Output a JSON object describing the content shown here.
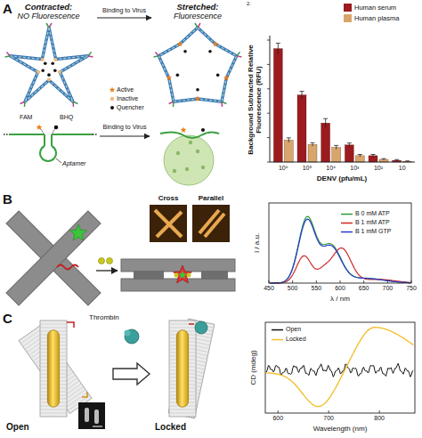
{
  "diagram": {
    "nodes": [
      {
        "text": [
          "Contracted:",
          "NO Fluorescence"
        ]
      },
      {
        "text": [
          "Stretched:",
          "Fluorescence"
        ]
      },
      {
        "text": [
          "Open"
        ]
      },
      {
        "text": [
          "Locked"
        ]
      }
    ],
    "edges": [
      {
        "from": 0,
        "to": 1,
        "arrow": "to",
        "label": "Binding to Virus"
      },
      {
        "from": 2,
        "to": 3,
        "arrow": "to"
      }
    ],
    "labels": [
      "A",
      "Active",
      "Inactive",
      "Quencher",
      "FAM",
      "BHQ",
      "Aptamer",
      "Binding to Virus",
      "2.",
      "Background Subtracted Relative Fluorescence (RFU)",
      "10⁶",
      "10⁵",
      "10⁴",
      "10³",
      "10²",
      "10",
      "DENV (pfu/mL)",
      "B",
      "Cross",
      "Parallel",
      "I / a.u.",
      "450",
      "500",
      "550",
      "600",
      "650",
      "700",
      "750",
      "λ / nm",
      "C",
      "Thrombin",
      "CD (mdeg)",
      "600",
      "700",
      "800",
      "Wavelength (nm)"
    ],
    "legend": [
      {
        "text": "Human serum",
        "color": "#9b1b1e"
      },
      {
        "text": "Human plasma",
        "color": "#d8a66b"
      },
      {
        "text": "B 0 mM ATP"
      },
      {
        "text": "B 1 mM ATP"
      },
      {
        "text": "B 1 mM GTP"
      },
      {
        "text": "Open"
      },
      {
        "text": "Locked"
      }
    ]
  }
}
